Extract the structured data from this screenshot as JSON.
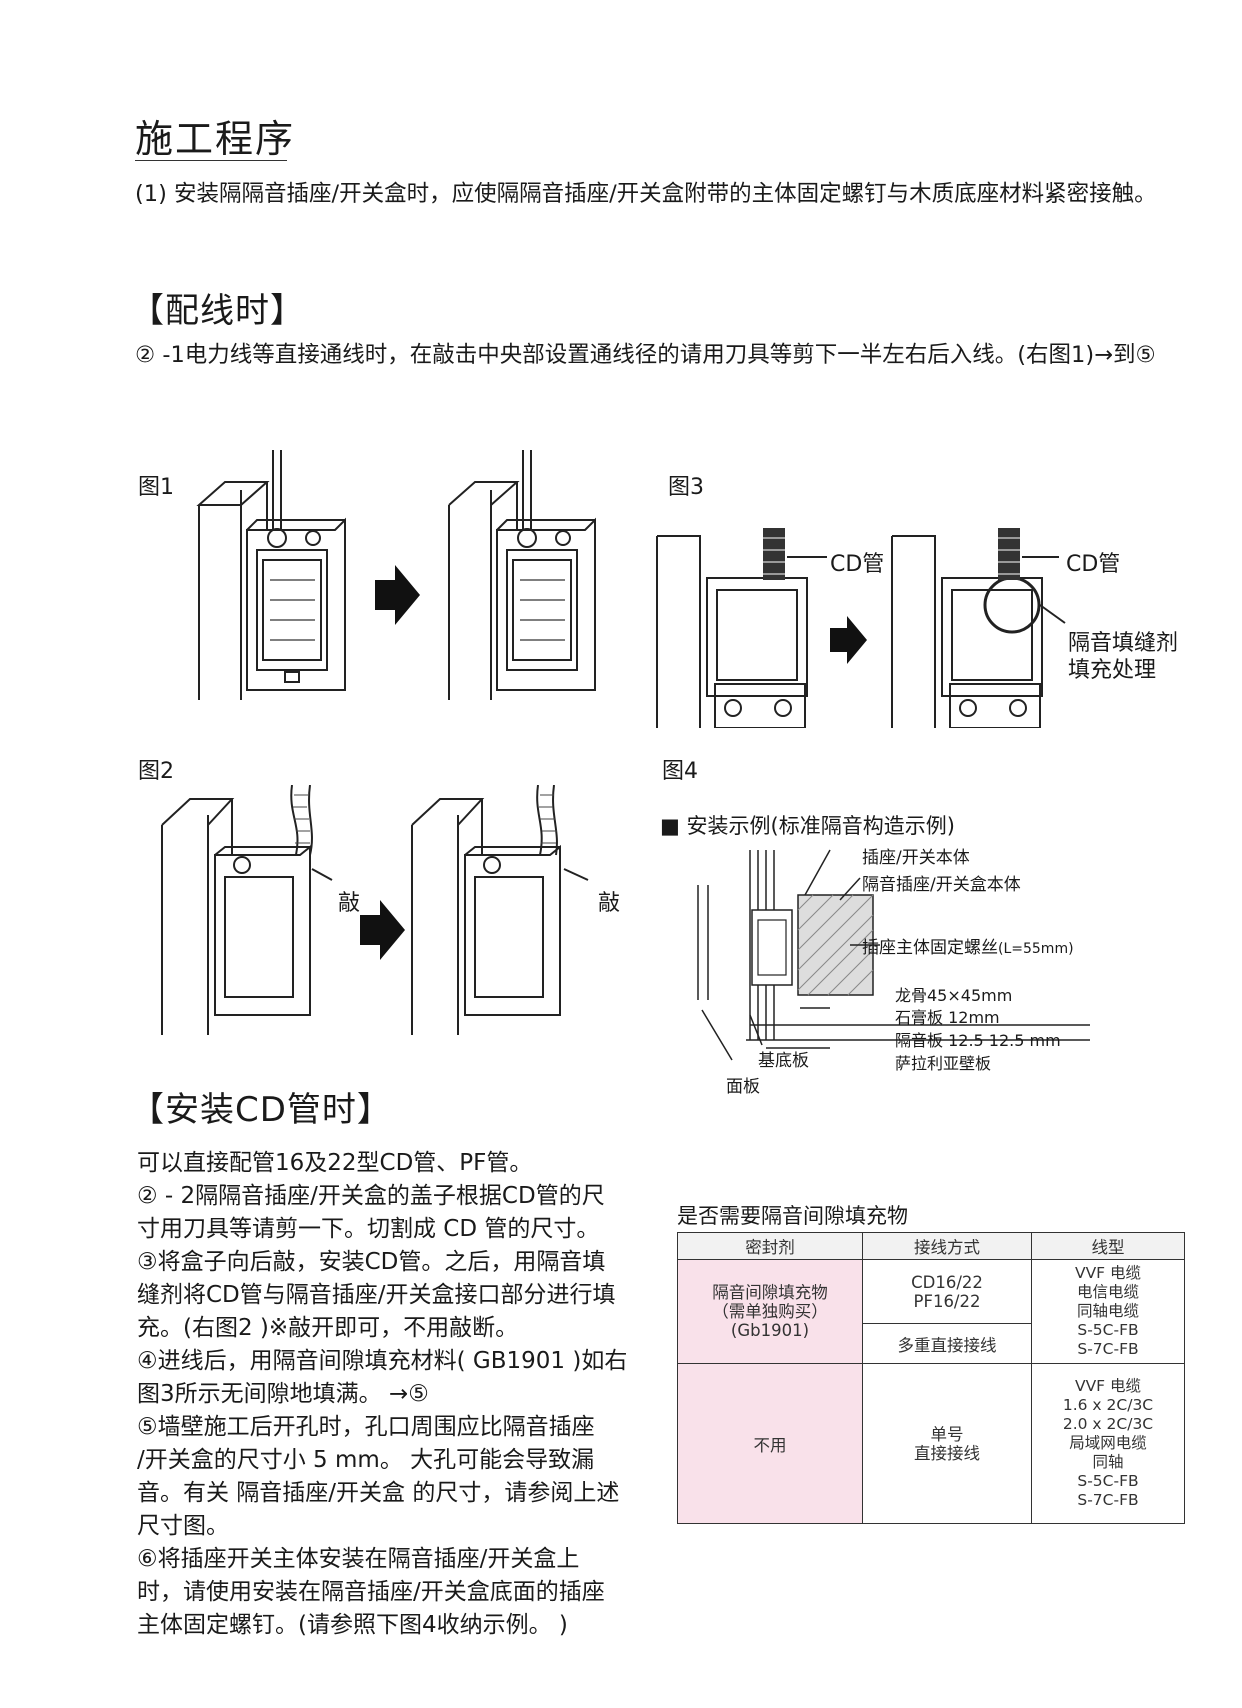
{
  "title": "施工程序",
  "intro": "(1) 安装隔隔音插座/开关盒时，应使隔隔音插座/开关盒附带的主体固定螺钉与木质底座材料紧密接触。",
  "wiring": {
    "heading": "【配线时】",
    "text": "② -1电力线等直接通线时，在敲击中央部设置通线径的请用刀具等剪下一半左右后入线。(右图1)→到⑤"
  },
  "figures": {
    "fig1": "图1",
    "fig2": "图2",
    "fig3": "图3",
    "fig4": "图4",
    "cd_pipe": "CD管",
    "knock": "敲",
    "sealant_line1": "隔音填缝剂",
    "sealant_line2": "填充处理"
  },
  "fig4": {
    "caption": "■ 安装示例(标准隔音构造示例)",
    "socket_body": "插座/开关本体",
    "box_body": "隔音插座/开关盒本体",
    "screw": "插座主体固定螺丝",
    "screw_len": "(L=55mm)",
    "stud": "龙骨45×45mm",
    "gypsum": "石膏板  12mm",
    "sound_board": "隔音板 12.5  12.5 mm",
    "sarah": "萨拉利亚壁板",
    "base_plate": "基底板",
    "face_plate": "面板"
  },
  "cd_section": {
    "heading": "【安装CD管时】",
    "lines": [
      "可以直接配管16及22型CD管、PF管。",
      "② - 2隔隔音插座/开关盒的盖子根据CD管的尺",
      "寸用刀具等请剪一下。切割成 CD 管的尺寸。",
      "③将盒子向后敲，安装CD管。之后，用隔音填",
      "缝剂将CD管与隔音插座/开关盒接口部分进行填",
      "充。(右图2 )※敲开即可，不用敲断。",
      "④进线后，用隔音间隙填充材料( GB1901 )如右",
      "图3所示无间隙地填满。 →⑤",
      "⑤墙壁施工后开孔时，孔口周围应比隔音插座",
      "/开关盒的尺寸小 5 mm。 大孔可能会导致漏",
      "音。有关 隔音插座/开关盒 的尺寸，请参阅上述",
      "尺寸图。",
      "⑥将插座开关主体安装在隔音插座/开关盒上",
      "时，请使用安装在隔音插座/开关盒底面的插座",
      "主体固定螺钉。(请参照下图4收纳示例。 )"
    ]
  },
  "fill_table": {
    "title": "是否需要隔音间隙填充物",
    "headers": [
      "密封剂",
      "接线方式",
      "线型"
    ],
    "row1": {
      "sealant": [
        "隔音间隙填充物",
        "（需单独购买）",
        "(Gb1901)"
      ],
      "method_a": [
        "CD16/22",
        "PF16/22"
      ],
      "method_b": "多重直接接线",
      "types": [
        "VVF 电缆",
        "电信电缆",
        "同轴电缆",
        "S-5C-FB",
        "S-7C-FB"
      ]
    },
    "row2": {
      "sealant": "不用",
      "method": [
        "单号",
        "直接接线"
      ],
      "types": [
        "VVF 电缆",
        "1.6 x 2C/3C",
        "2.0 x 2C/3C",
        "局域网电缆",
        "同轴",
        "S-5C-FB",
        "S-7C-FB"
      ]
    }
  }
}
